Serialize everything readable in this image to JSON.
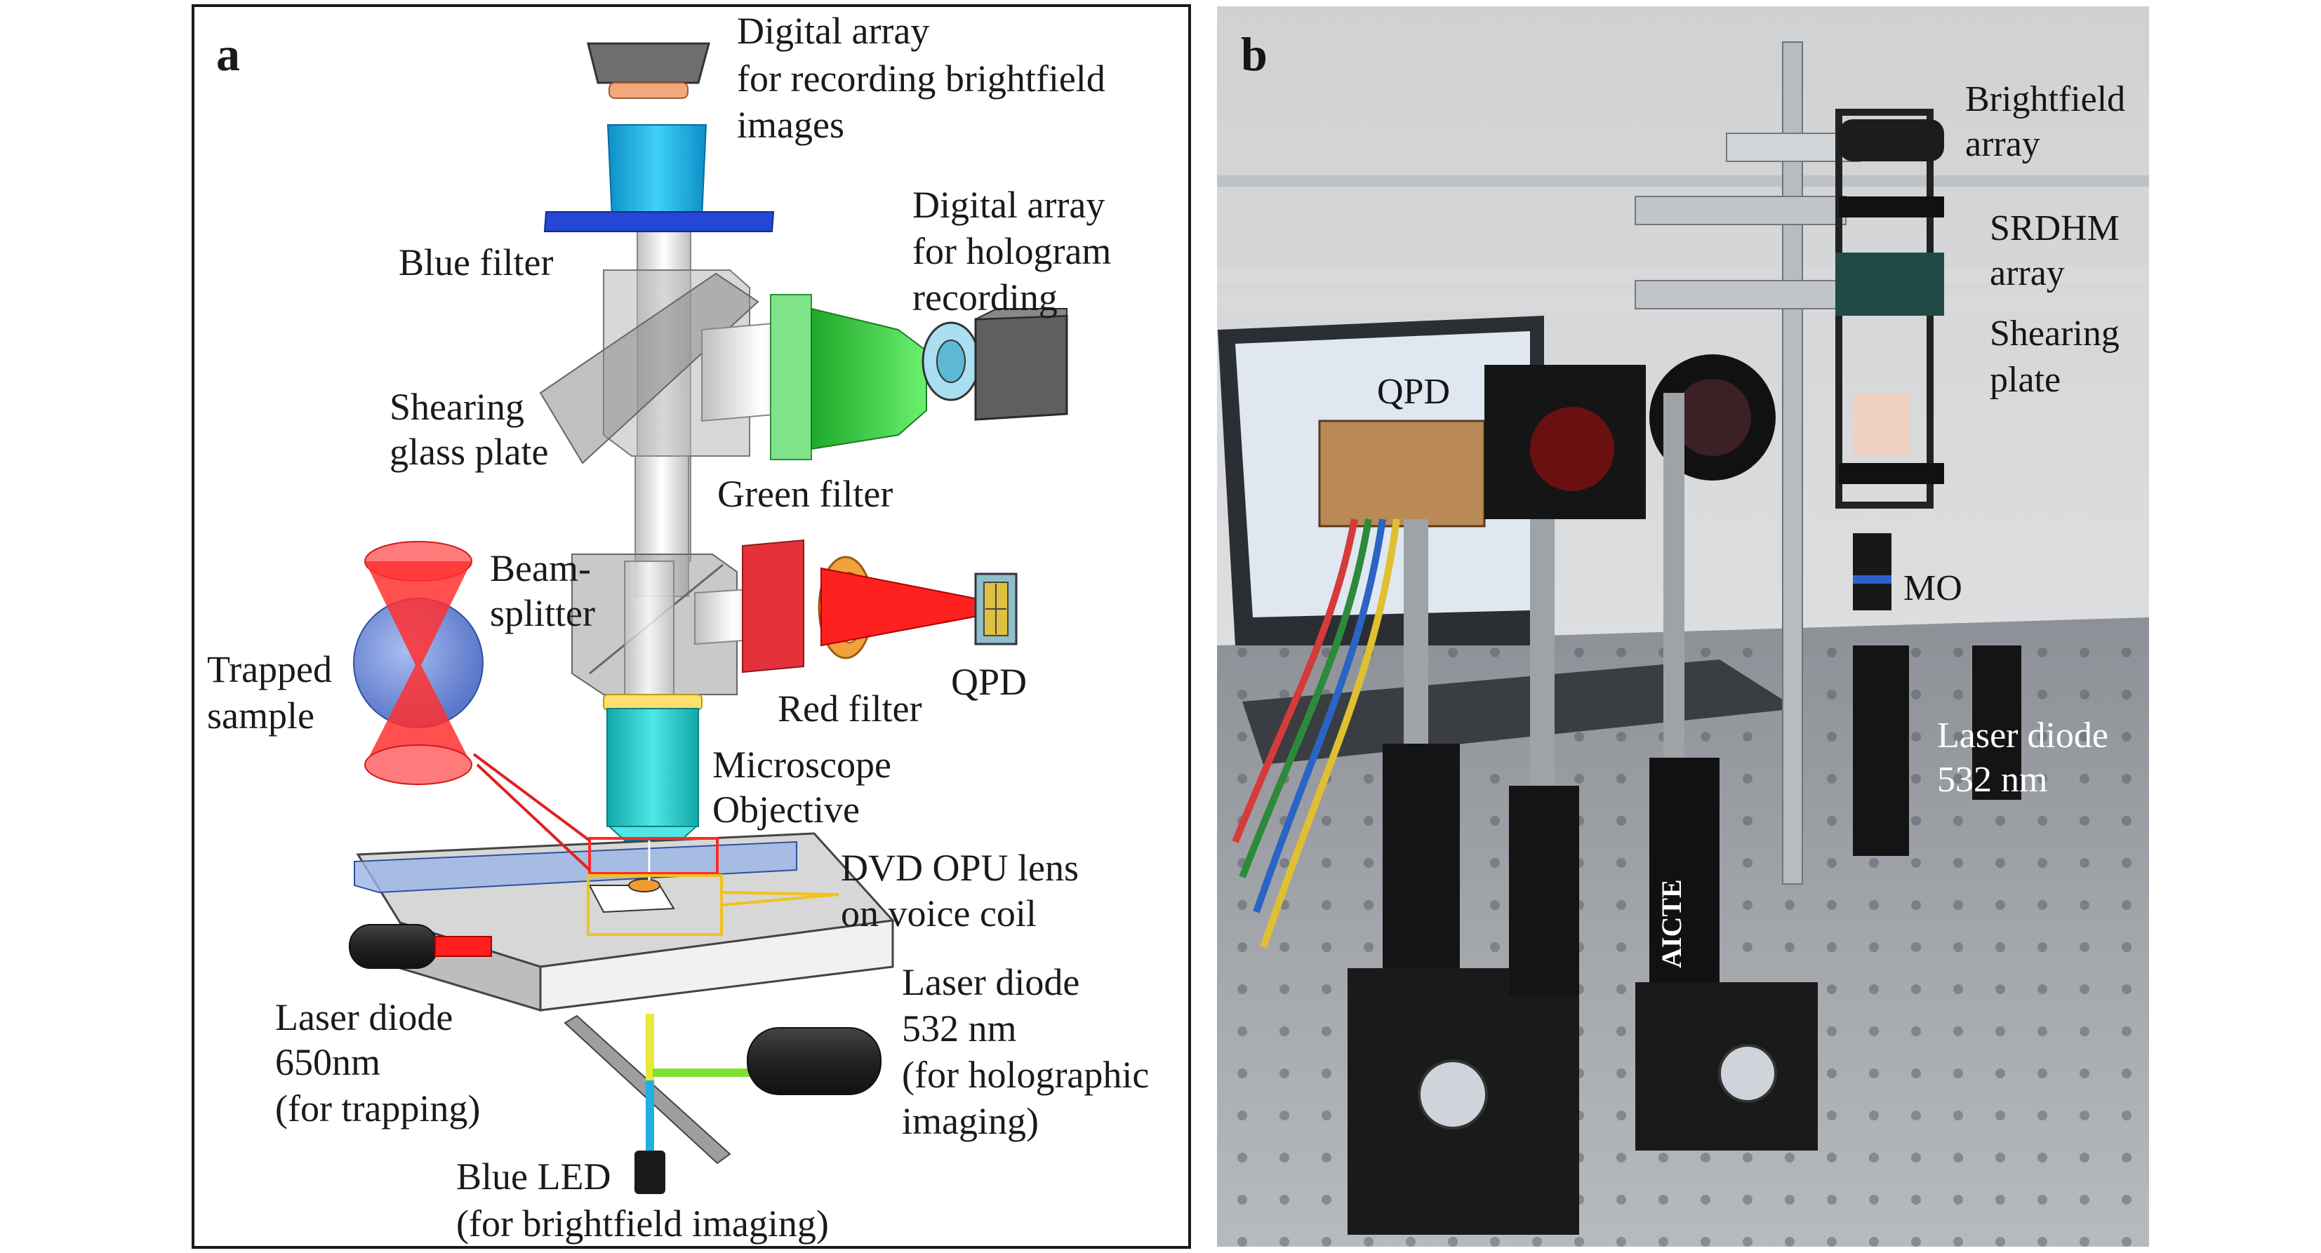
{
  "panel_a": {
    "letter": "a",
    "labels": {
      "brightfield_array": [
        "Digital array",
        "for recording brightfield",
        "images"
      ],
      "blue_filter": "Blue filter",
      "hologram_array": [
        "Digital array",
        "for hologram",
        "recording"
      ],
      "shearing_plate": [
        "Shearing",
        "glass plate"
      ],
      "green_filter": "Green filter",
      "beam_splitter": [
        "Beam-",
        "splitter"
      ],
      "trapped_sample": [
        "Trapped",
        "sample"
      ],
      "red_filter": "Red filter",
      "qpd": "QPD",
      "objective": [
        "Microscope",
        "Objective"
      ],
      "dvd_lens": [
        "DVD OPU lens",
        "on voice coil"
      ],
      "laser_650": [
        "Laser diode",
        "650nm",
        "(for trapping)"
      ],
      "laser_532": [
        "Laser diode",
        "532 nm",
        "(for holographic",
        "imaging)"
      ],
      "blue_led": [
        "Blue LED",
        "(for brightfield imaging)"
      ]
    }
  },
  "panel_b": {
    "letter": "b",
    "labels": {
      "brightfield_array": [
        "Brightfield",
        "array"
      ],
      "srdhm_array": [
        "SRDHM",
        "array"
      ],
      "shearing_plate": [
        "Shearing",
        "plate"
      ],
      "qpd": "QPD",
      "mo": "MO",
      "laser_diode": [
        "Laser diode",
        "532 nm"
      ],
      "post_marking": "AICTE"
    }
  },
  "colors": {
    "frame": "#1a1a1a",
    "blue_filter": "#2447d6",
    "green_filter": "#2fd23a",
    "red_filter": "#e5323a",
    "cyan_lens": "#1eb3e6",
    "objective": "#19c6c6",
    "table": "#9aa0a6"
  }
}
